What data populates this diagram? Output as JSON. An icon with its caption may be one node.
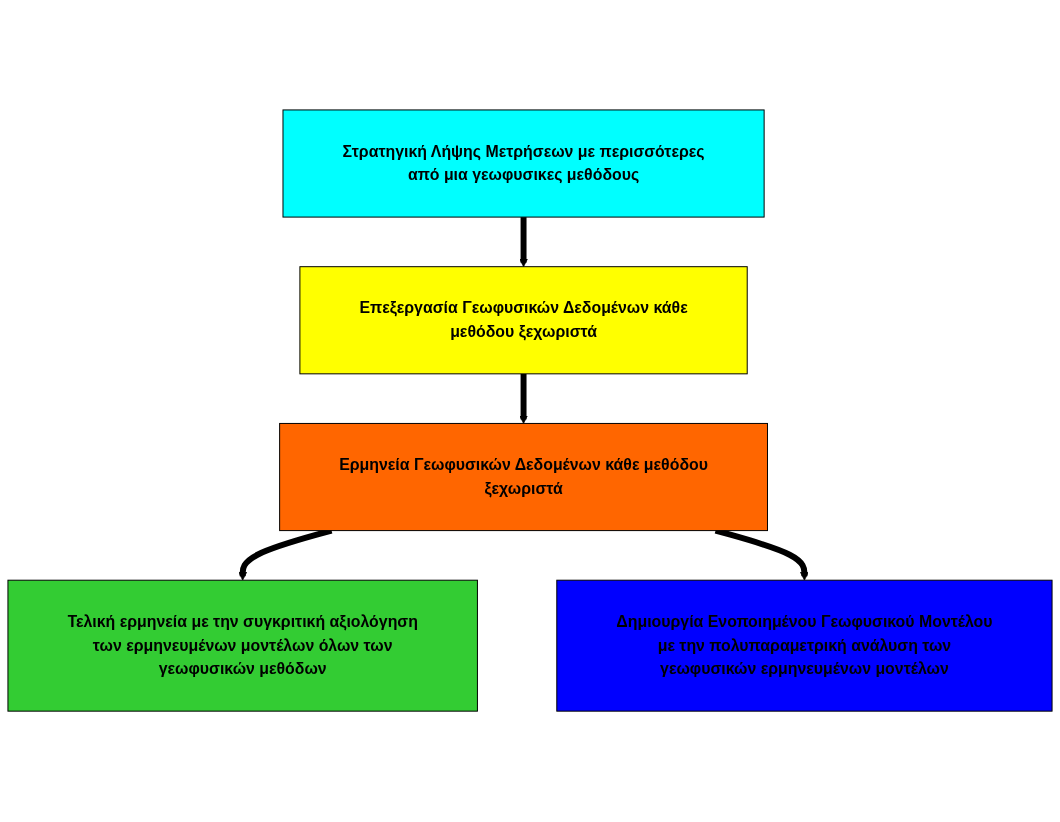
{
  "diagram": {
    "nodes": [
      {
        "text": [
          "Στρατηγική Λήψης Μετρήσεων με περισσότερες από μια γεωφυσικες μεθόδους"
        ]
      },
      {
        "text": [
          "Επεξεργασία Γεωφυσικών Δεδομένων κάθε μεθόδου ξεχωριστά"
        ]
      },
      {
        "text": [
          "Ερμηνεία Γεωφυσικών Δεδομένων κάθε μεθόδου ξεχωριστά"
        ]
      },
      {
        "text": [
          "Τελική ερμηνεία με την συγκριτική αξιολόγηση των ερμηνευμένων μοντέλων όλων των γεωφυσικών μεθόδων"
        ]
      },
      {
        "text": [
          "Δημιουργία Ενοποιημένου Γεωφυσικού Μοντέλου με την πολυπαραμετρική ανάλυση των γεωφυσικών ερμηνευμένων μοντέλων"
        ]
      }
    ],
    "edges": [
      {
        "from": 0,
        "to": 1,
        "arrow": "to"
      },
      {
        "from": 1,
        "to": 2,
        "arrow": "to"
      },
      {
        "from": 2,
        "to": 3,
        "arrow": "to"
      },
      {
        "from": 2,
        "to": 4,
        "arrow": "to"
      }
    ]
  }
}
